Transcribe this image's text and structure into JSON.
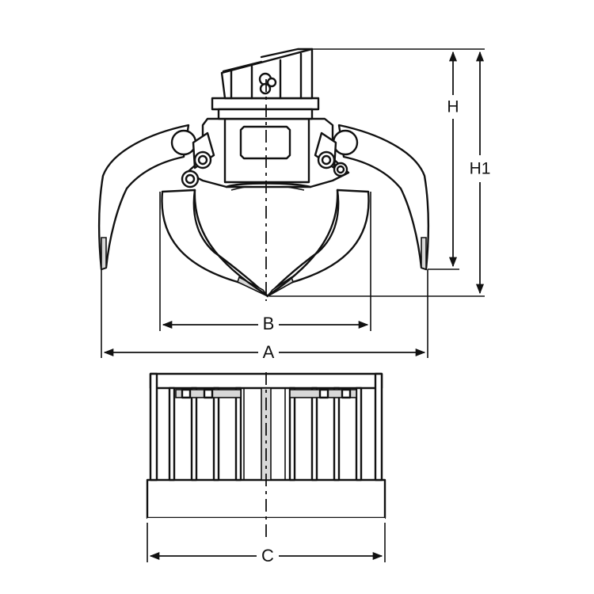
{
  "diagram": {
    "dimensions": {
      "A": "A",
      "B": "B",
      "C": "C",
      "H": "H",
      "H1": "H1"
    }
  }
}
